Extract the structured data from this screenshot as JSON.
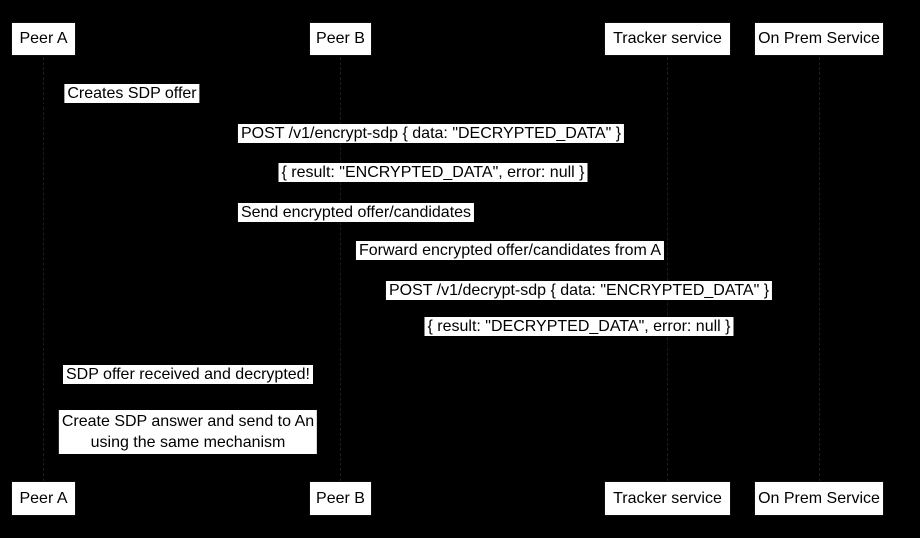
{
  "diagram": {
    "type": "sequence",
    "background_color": "#000000",
    "box_fill_color": "#ffffff",
    "text_color": "#000000",
    "lifeline_color": "#1d1d1d",
    "participants": [
      {
        "name": "Peer A"
      },
      {
        "name": "Peer B"
      },
      {
        "name": "Tracker service"
      },
      {
        "name": "On Prem Service"
      }
    ],
    "messages": [
      {
        "from": "Peer A",
        "to": "Peer A",
        "kind": "self",
        "text": "Creates SDP offer"
      },
      {
        "from": "Peer A",
        "to": "On Prem Service",
        "kind": "call",
        "text": "POST /v1/encrypt-sdp { data: \"DECRYPTED_DATA\" }"
      },
      {
        "from": "On Prem Service",
        "to": "Peer A",
        "kind": "return",
        "text": "{ result: \"ENCRYPTED_DATA\", error: null }"
      },
      {
        "from": "Peer A",
        "to": "Tracker service",
        "kind": "call",
        "text": "Send encrypted offer/candidates"
      },
      {
        "from": "Tracker service",
        "to": "Peer B",
        "kind": "call",
        "text": "Forward encrypted offer/candidates from A"
      },
      {
        "from": "Peer B",
        "to": "On Prem Service",
        "kind": "call",
        "text": "POST /v1/decrypt-sdp { data: \"ENCRYPTED_DATA\" }"
      },
      {
        "from": "On Prem Service",
        "to": "Peer B",
        "kind": "return",
        "text": "{ result: \"DECRYPTED_DATA\", error: null }"
      },
      {
        "from": "Peer B",
        "to": "Peer A",
        "kind": "call",
        "text": "SDP offer received and decrypted!"
      },
      {
        "from": "Peer B",
        "to": "Peer A",
        "kind": "call",
        "text": "Create SDP answer and send to An\nusing the same mechanism"
      }
    ]
  }
}
